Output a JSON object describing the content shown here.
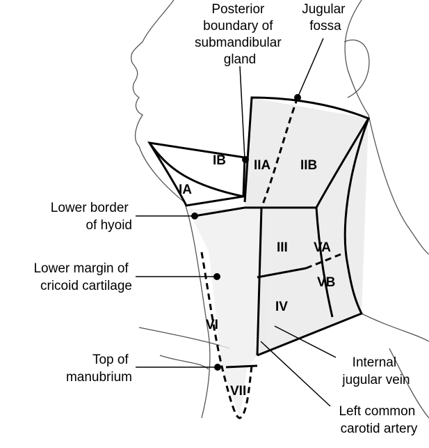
{
  "labels": {
    "posterior_boundary": [
      "Posterior",
      "boundary of",
      "submandibular",
      "gland"
    ],
    "jugular_fossa": [
      "Jugular",
      "fossa"
    ],
    "lower_border_hyoid": [
      "Lower border",
      "of hyoid"
    ],
    "lower_margin_cricoid": [
      "Lower margin of",
      "cricoid cartilage"
    ],
    "top_manubrium": [
      "Top of",
      "manubrium"
    ],
    "internal_jugular": [
      "Internal",
      "jugular vein"
    ],
    "left_carotid": [
      "Left common",
      "carotid artery"
    ]
  },
  "levels": [
    "IA",
    "IB",
    "IIA",
    "IIB",
    "III",
    "IV",
    "VA",
    "VB",
    "VI",
    "VII"
  ]
}
